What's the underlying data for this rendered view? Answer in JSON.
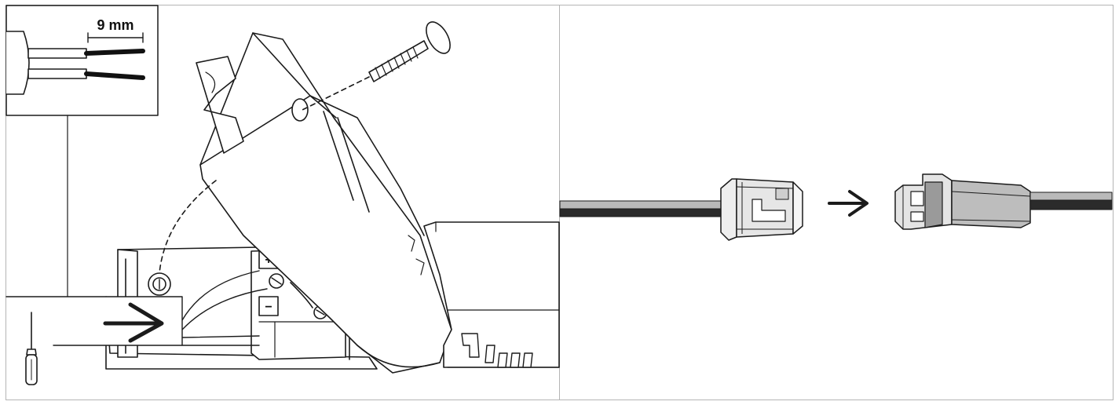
{
  "figure": {
    "panels": [
      {
        "id": "left",
        "inset": {
          "strip_length_label": "9 mm",
          "wire_colors": [
            "#ffffff",
            "#111111"
          ]
        },
        "terminal_markings": {
          "plus": "+",
          "minus": "−"
        },
        "icons": [
          "screwdriver-icon",
          "screw-icon",
          "insert-arrow-icon"
        ]
      },
      {
        "id": "right",
        "icons": [
          "connect-arrow-icon"
        ],
        "cable_colors": {
          "light": "#b9b9b9",
          "dark": "#2b2b2b",
          "connector_housing": "#c8c8c8",
          "connector_face": "#eeeeee"
        }
      }
    ]
  }
}
